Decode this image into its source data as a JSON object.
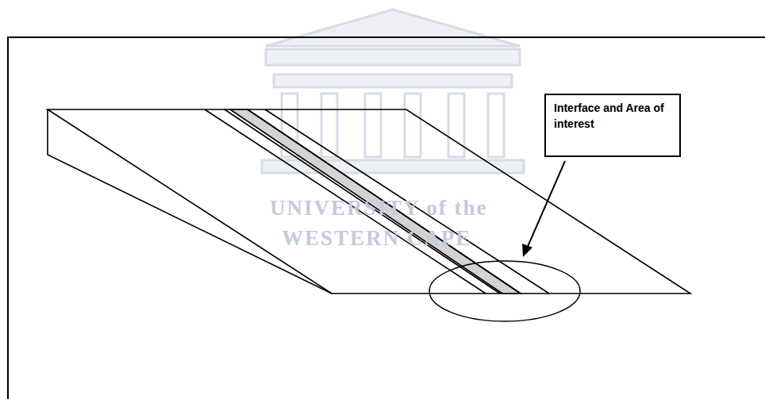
{
  "diagram": {
    "nodes": [
      {
        "text": [
          "Interface and Area of interest"
        ]
      }
    ],
    "labels": [
      "UNIVERSITY of the",
      "WESTERN CAPE"
    ]
  }
}
